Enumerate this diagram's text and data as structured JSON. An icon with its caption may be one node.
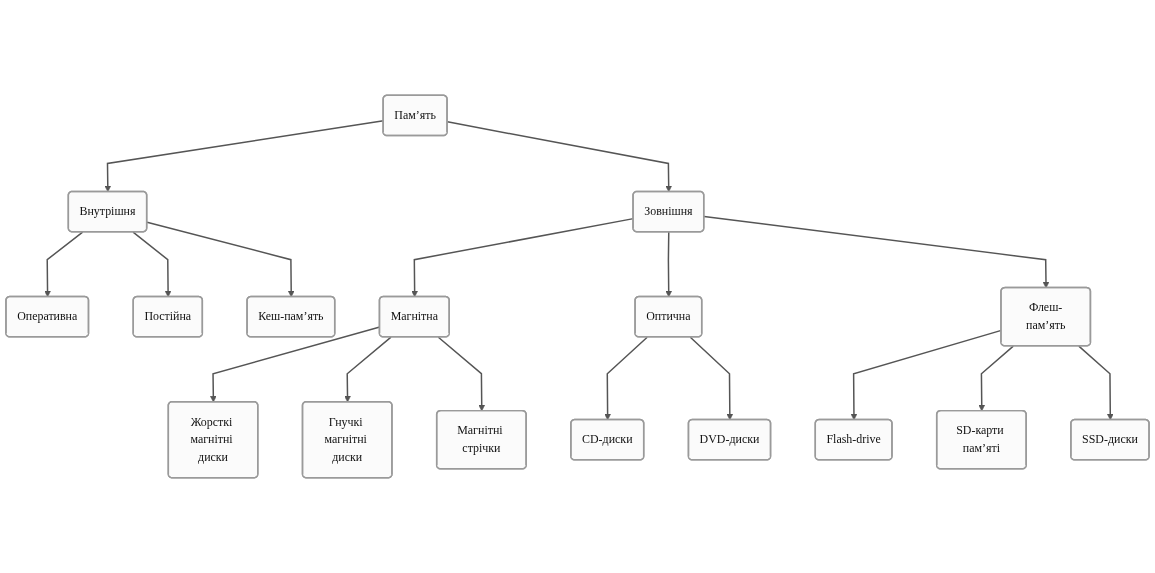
{
  "diagram": {
    "nodes": [
      {
        "text": [
          "Пам’ять"
        ]
      },
      {
        "text": [
          "Внутрішня"
        ]
      },
      {
        "text": [
          "Зовнішня"
        ]
      },
      {
        "text": [
          "Оперативна"
        ]
      },
      {
        "text": [
          "Постійна"
        ]
      },
      {
        "text": [
          "Кеш-пам’ять"
        ]
      },
      {
        "text": [
          "Магнітна"
        ]
      },
      {
        "text": [
          "Оптична"
        ]
      },
      {
        "text": [
          "Флеш-пам’ять"
        ]
      },
      {
        "text": [
          "Жорсткі магнітні диски"
        ]
      },
      {
        "text": [
          "Гнучкі магнітні диски"
        ]
      },
      {
        "text": [
          "Магнітні стрічки"
        ]
      },
      {
        "text": [
          "CD-диски"
        ]
      },
      {
        "text": [
          "DVD-диски"
        ]
      },
      {
        "text": [
          "Flash-drive"
        ]
      },
      {
        "text": [
          "SD-карти пам’яті"
        ]
      },
      {
        "text": [
          "SSD-диски"
        ]
      }
    ],
    "edges": [
      {
        "from": 0,
        "to": 1,
        "arrow": "to"
      },
      {
        "from": 0,
        "to": 2,
        "arrow": "to"
      },
      {
        "from": 1,
        "to": 3,
        "arrow": "to"
      },
      {
        "from": 1,
        "to": 4,
        "arrow": "to"
      },
      {
        "from": 1,
        "to": 5,
        "arrow": "to"
      },
      {
        "from": 2,
        "to": 6,
        "arrow": "to"
      },
      {
        "from": 2,
        "to": 7,
        "arrow": "to"
      },
      {
        "from": 2,
        "to": 8,
        "arrow": "to"
      },
      {
        "from": 6,
        "to": 9,
        "arrow": "to"
      },
      {
        "from": 6,
        "to": 10,
        "arrow": "to"
      },
      {
        "from": 6,
        "to": 11,
        "arrow": "to"
      },
      {
        "from": 7,
        "to": 12,
        "arrow": "to"
      },
      {
        "from": 7,
        "to": 13,
        "arrow": "to"
      },
      {
        "from": 8,
        "to": 14,
        "arrow": "to"
      },
      {
        "from": 8,
        "to": 15,
        "arrow": "to"
      },
      {
        "from": 8,
        "to": 16,
        "arrow": "to"
      }
    ]
  }
}
